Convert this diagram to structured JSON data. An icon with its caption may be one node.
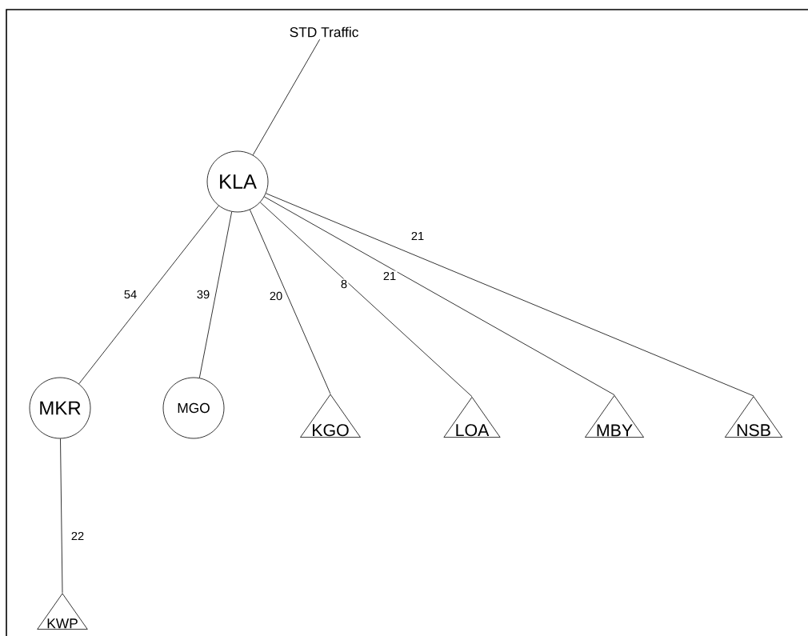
{
  "diagram": {
    "nodes": [
      {
        "text": [
          "STD Traffic"
        ]
      },
      {
        "text": [
          "KLA"
        ]
      },
      {
        "text": [
          "MKR"
        ]
      },
      {
        "text": [
          "MGO"
        ]
      },
      {
        "text": [
          "KGO"
        ]
      },
      {
        "text": [
          "LOA"
        ]
      },
      {
        "text": [
          "MBY"
        ]
      },
      {
        "text": [
          "NSB"
        ]
      },
      {
        "text": [
          "KWP"
        ]
      }
    ],
    "edges": [
      {
        "from": 0,
        "to": 1,
        "arrow": "none"
      },
      {
        "from": 1,
        "to": 2,
        "arrow": "none",
        "label": "54"
      },
      {
        "from": 1,
        "to": 3,
        "arrow": "none",
        "label": "39"
      },
      {
        "from": 1,
        "to": 4,
        "arrow": "none",
        "label": "20"
      },
      {
        "from": 1,
        "to": 5,
        "arrow": "none",
        "label": "8"
      },
      {
        "from": 1,
        "to": 6,
        "arrow": "none",
        "label": "21"
      },
      {
        "from": 1,
        "to": 7,
        "arrow": "none",
        "label": "21"
      },
      {
        "from": 2,
        "to": 8,
        "arrow": "none",
        "label": "22"
      }
    ]
  }
}
